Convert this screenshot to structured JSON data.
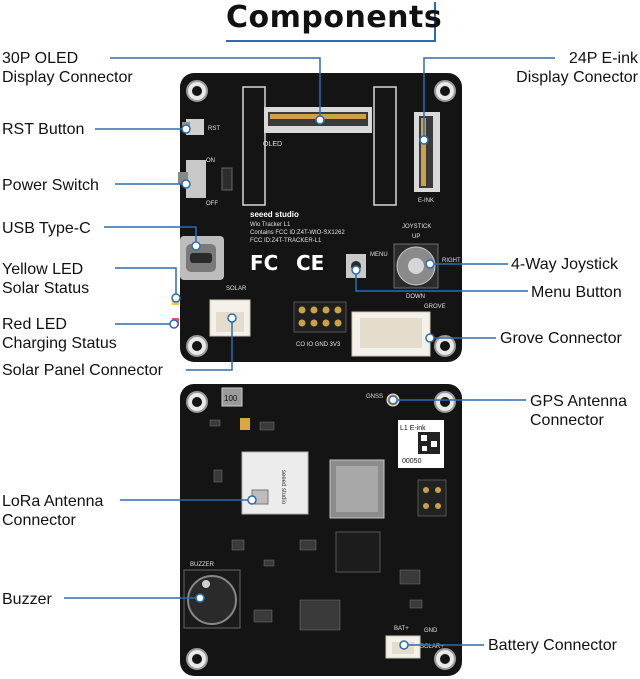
{
  "title": "Components",
  "accent_color": "#2b6cb0",
  "labels": {
    "oled_connector": [
      "30P OLED",
      "Display Connector"
    ],
    "eink_connector": [
      "24P E-ink",
      "Display Conector"
    ],
    "rst_button": "RST Button",
    "power_switch": "Power Switch",
    "usb_typec": "USB Type-C",
    "yellow_led": [
      "Yellow LED",
      "Solar Status"
    ],
    "red_led": [
      "Red LED",
      "Charging Status"
    ],
    "solar_connector": "Solar Panel Connector",
    "joystick": "4-Way Joystick",
    "menu_button": "Menu Button",
    "grove_connector": "Grove Connector",
    "gps_antenna": [
      "GPS Antenna",
      "Connector"
    ],
    "lora_antenna": [
      "LoRa Antenna",
      "Connector"
    ],
    "buzzer": "Buzzer",
    "battery_connector": "Battery Connector"
  },
  "board_text": {
    "oled": "OLED",
    "eink": "E-INK",
    "rst": "RST",
    "on": "ON",
    "off": "OFF",
    "brand": "seeed studio",
    "model": "Wio Tracker L1",
    "fcc1": "Contains FCC ID:Z4T-WIO-SX1262",
    "fcc2": "FCC ID:Z4T-TRACKER-L1",
    "joystick": "JOYSTICK",
    "up": "UP",
    "down": "DOWN",
    "right": "RIGHT",
    "menu": "MENU",
    "solar": "SOLAR",
    "grove": "GROVE",
    "pins": "CO IO GND 3V3",
    "gnss": "GNSS",
    "sticker": "L1 E-ink",
    "sticker_num": "00050",
    "buzzer": "BUZZER",
    "bat": "BAT+",
    "gnd": "GND",
    "solar_plus": "SOLAR+",
    "lora_brand": "seeed studio",
    "inductor": "100"
  }
}
